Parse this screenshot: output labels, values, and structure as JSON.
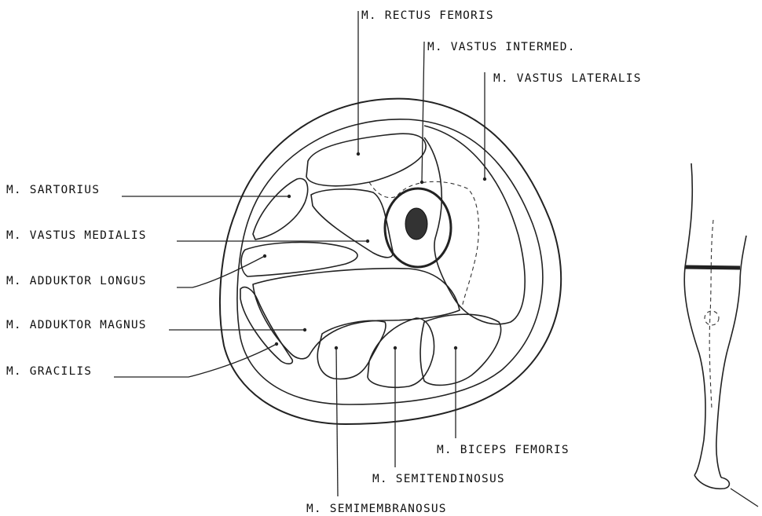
{
  "labels": {
    "rectus_femoris": "M. RECTUS FEMORIS",
    "vastus_intermed": "M. VASTUS INTERMED.",
    "vastus_lateralis": "M. VASTUS LATERALIS",
    "sartorius": "M. SARTORIUS",
    "vastus_medialis": "M. VASTUS MEDIALIS",
    "adduktor_longus": "M. ADDUKTOR LONGUS",
    "adduktor_magnus": "M. ADDUKTOR MAGNUS",
    "gracilis": "M. GRACILIS",
    "biceps_femoris": "M. BICEPS FEMORIS",
    "semitendinosus": "M. SEMITENDINOSUS",
    "semimembranosus": "M. SEMIMEMBRANOSUS"
  }
}
